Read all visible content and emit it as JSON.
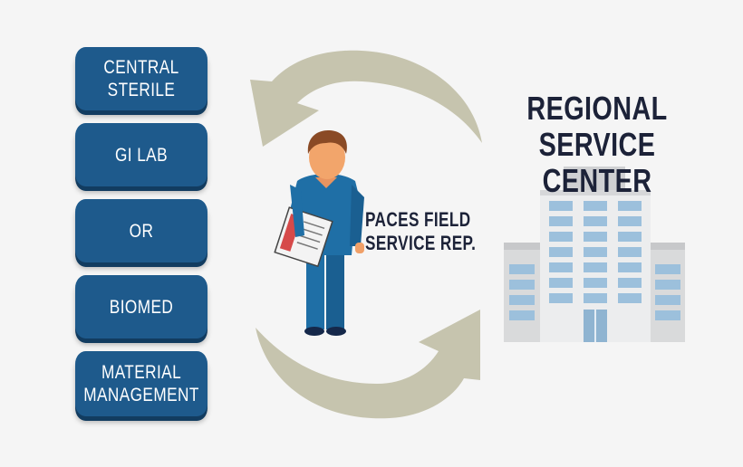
{
  "departments": [
    {
      "label": "CENTRAL STERILE"
    },
    {
      "label": "GI LAB"
    },
    {
      "label": "OR"
    },
    {
      "label": "BIOMED"
    },
    {
      "label_line1": "MATERIAL",
      "label_line2": "MANAGEMENT"
    }
  ],
  "rep": {
    "line1": "PACES FIELD",
    "line2": "SERVICE REP."
  },
  "center": {
    "line1": "REGIONAL",
    "line2": "SERVICE CENTER"
  },
  "colors": {
    "box": "#1e5a8c",
    "box_shadow": "#123c60",
    "arrow": "#c6c4ae",
    "text_dark": "#1c2238"
  }
}
